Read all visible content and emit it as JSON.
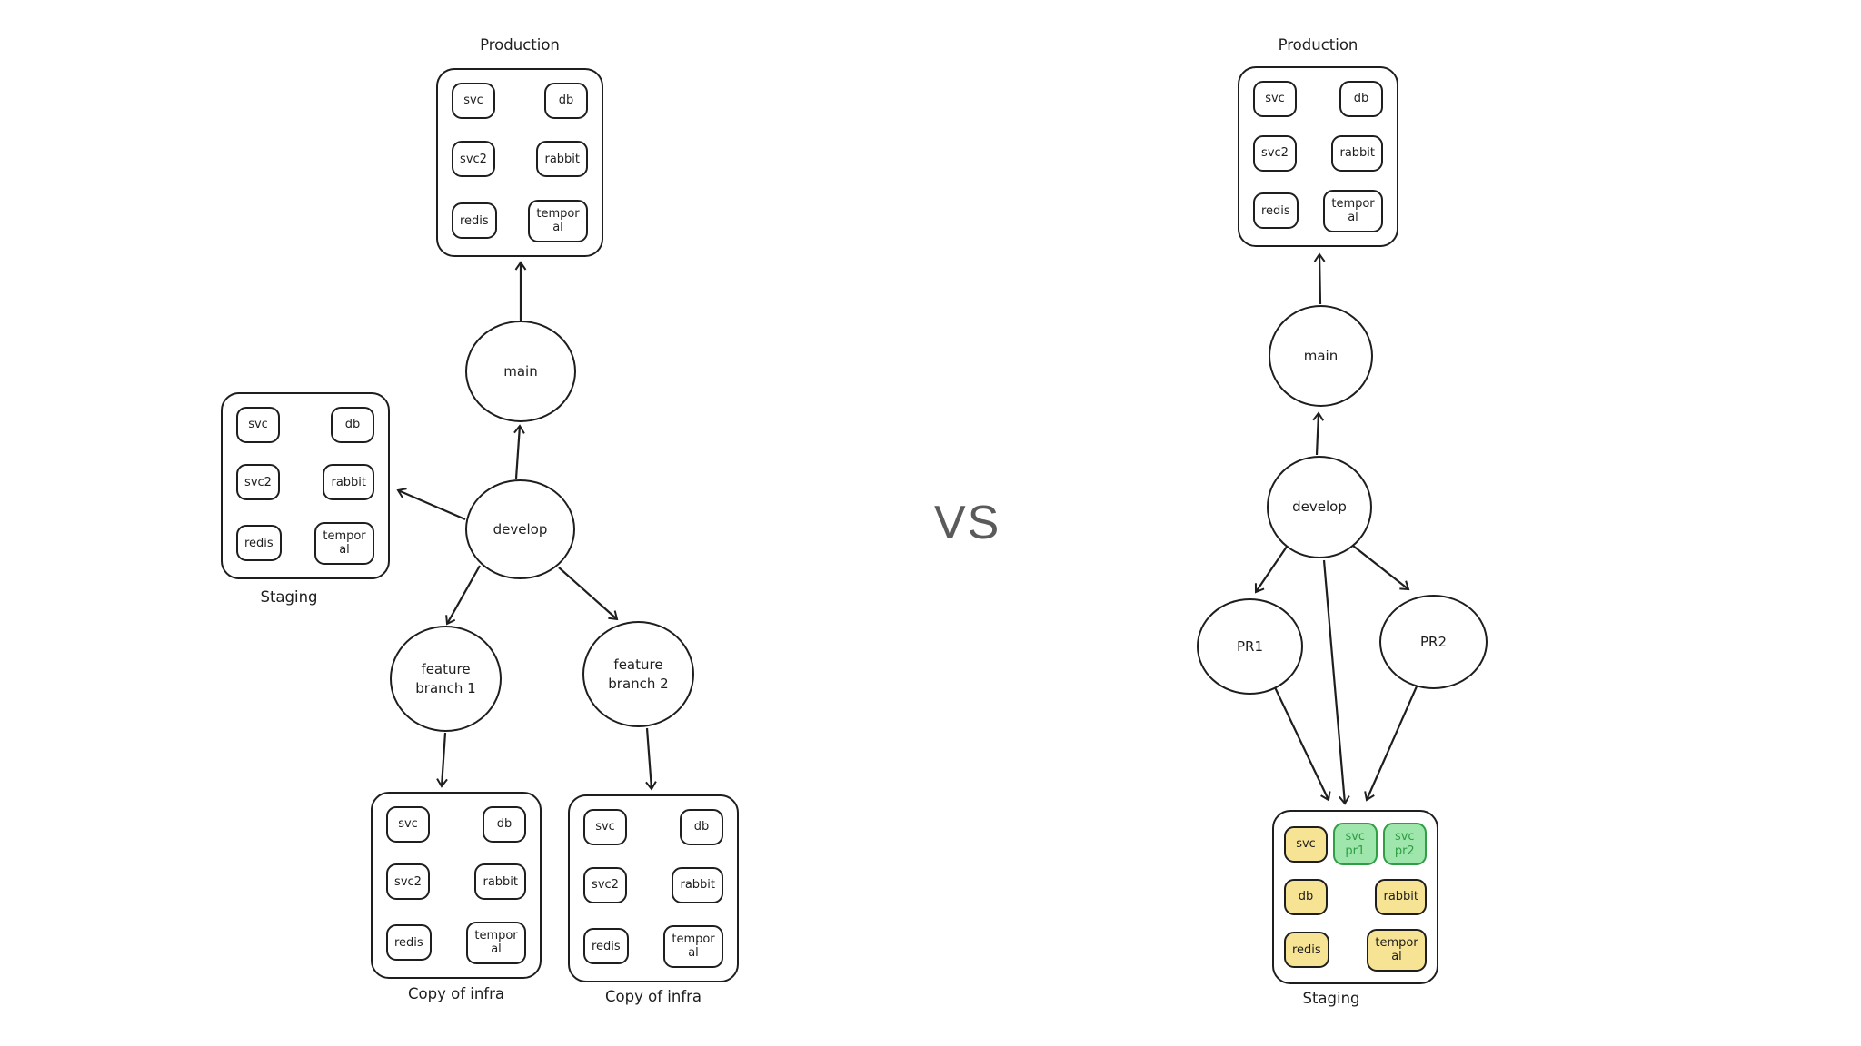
{
  "vs_label": "VS",
  "colors": {
    "ink": "#1e1e1e",
    "yellow_fill": "#f7e394",
    "green_fill": "#9fe6ac",
    "green_stroke": "#2f9e44",
    "vs_text": "#5a5a5a",
    "background": "#ffffff"
  },
  "left": {
    "production": {
      "title": "Production",
      "rows": [
        [
          "svc",
          "db"
        ],
        [
          "svc2",
          "rabbit"
        ],
        [
          "redis",
          "temporal"
        ]
      ]
    },
    "staging": {
      "title": "Staging",
      "rows": [
        [
          "svc",
          "db"
        ],
        [
          "svc2",
          "rabbit"
        ],
        [
          "redis",
          "temporal"
        ]
      ]
    },
    "branches": {
      "main": "main",
      "develop": "develop",
      "feature1": "feature branch 1",
      "feature2": "feature branch 2"
    },
    "infra1": {
      "title": "Copy of infra",
      "rows": [
        [
          "svc",
          "db"
        ],
        [
          "svc2",
          "rabbit"
        ],
        [
          "redis",
          "temporal"
        ]
      ]
    },
    "infra2": {
      "title": "Copy of infra",
      "rows": [
        [
          "svc",
          "db"
        ],
        [
          "svc2",
          "rabbit"
        ],
        [
          "redis",
          "temporal"
        ]
      ]
    }
  },
  "right": {
    "production": {
      "title": "Production",
      "rows": [
        [
          "svc",
          "db"
        ],
        [
          "svc2",
          "rabbit"
        ],
        [
          "redis",
          "temporal"
        ]
      ]
    },
    "branches": {
      "main": "main",
      "develop": "develop",
      "pr1": "PR1",
      "pr2": "PR2"
    },
    "staging": {
      "title": "Staging",
      "rows": [
        [
          {
            "label": "svc",
            "color": "yellow"
          },
          {
            "label": "svc pr1",
            "color": "green"
          },
          {
            "label": "svc pr2",
            "color": "green"
          }
        ],
        [
          {
            "label": "db",
            "color": "yellow"
          },
          {
            "label": "rabbit",
            "color": "yellow"
          }
        ],
        [
          {
            "label": "redis",
            "color": "yellow"
          },
          {
            "label": "temporal",
            "color": "yellow"
          }
        ]
      ]
    }
  }
}
